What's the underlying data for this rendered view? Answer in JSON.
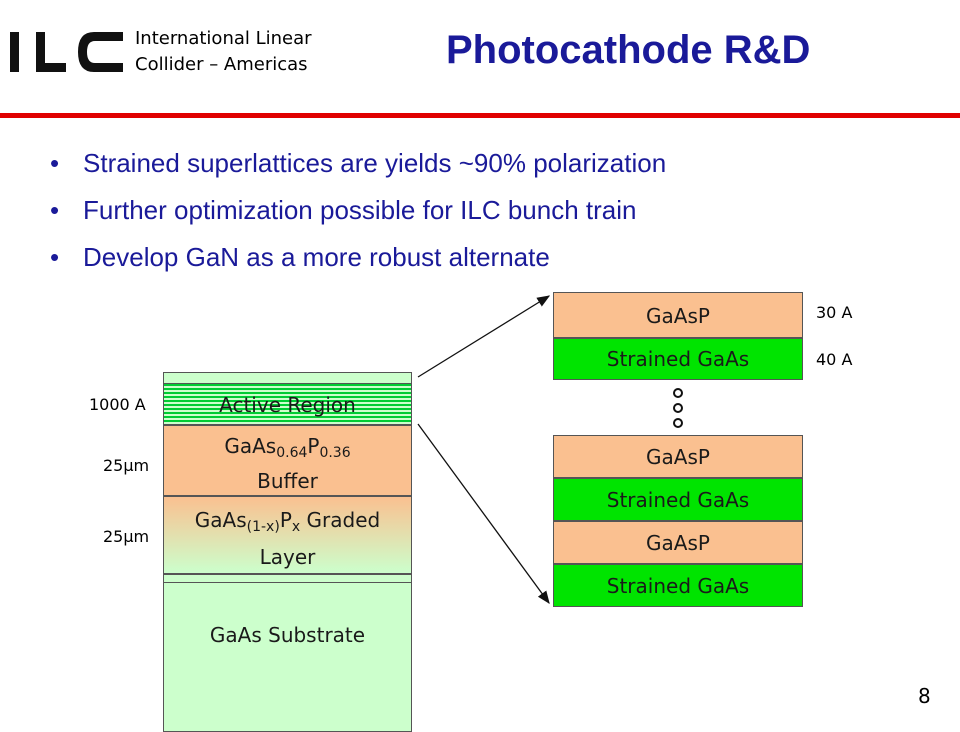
{
  "header": {
    "logo_text": "ILC",
    "org_line1": "International Linear",
    "org_line2": "Collider – Americas",
    "title": "Photocathode R&D",
    "rule_color": "#e00000"
  },
  "bullets": [
    "Strained superlattices are yields ~90% polarization",
    "Further optimization possible for ILC bunch train",
    "Develop GaN as a more robust alternate"
  ],
  "bullet_char": "•",
  "stack": {
    "active_region": "Active Region",
    "buffer_base": "GaAs",
    "buffer_sub1": "0.64",
    "buffer_p": "P",
    "buffer_sub2": "0.36",
    "buffer_line2": "Buffer",
    "graded_base": "GaAs",
    "graded_sub1": "(1-x)",
    "graded_p": "P",
    "graded_sub2": "x",
    "graded_rest": " Graded",
    "graded_line2": "Layer",
    "substrate": "GaAs Substrate",
    "label_active": "1000 A",
    "label_buffer": "25μm",
    "label_graded": "25μm"
  },
  "superlattice": {
    "top": [
      "GaAsP",
      "Strained GaAs"
    ],
    "bottom": [
      "GaAsP",
      "Strained GaAs",
      "GaAsP",
      "Strained GaAs"
    ],
    "thickness_gaasp": "30 A",
    "thickness_gaas": "40 A"
  },
  "colors": {
    "title": "#1a1a99",
    "peach": "#fac090",
    "green": "#00e400",
    "light_green": "#ccffcc"
  },
  "page_number": "8"
}
